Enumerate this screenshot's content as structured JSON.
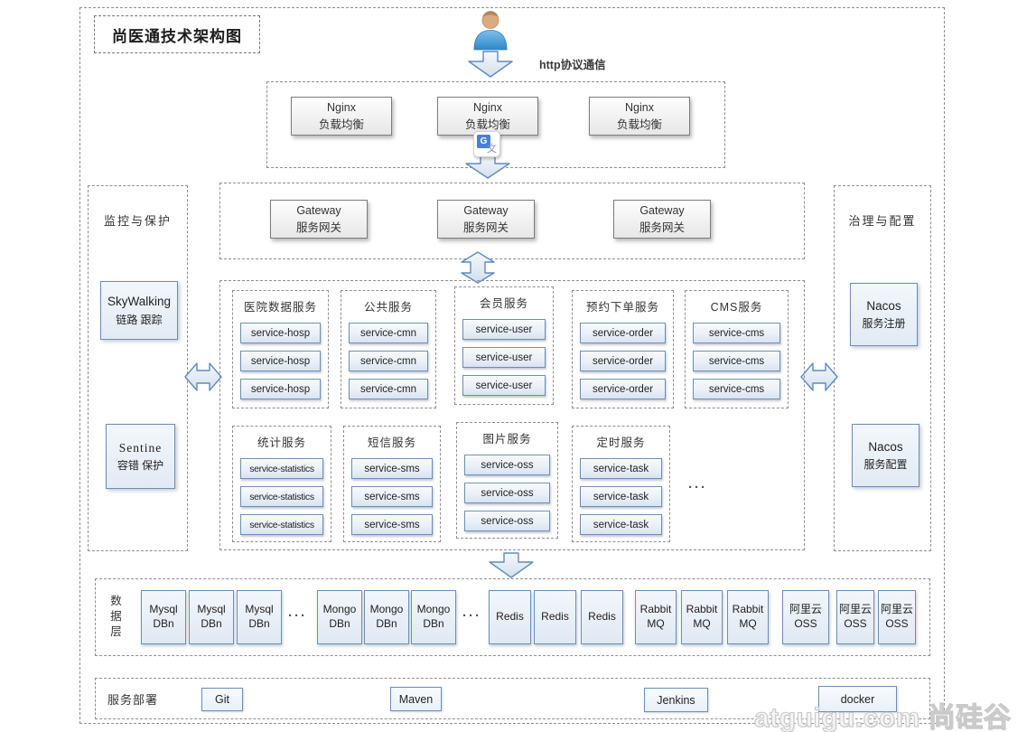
{
  "diagram_title": "尚医通技术架构图",
  "http_label": "http协议通信",
  "translate_badge": {
    "g": "G",
    "wen": "文"
  },
  "nginx_boxes": [
    {
      "name": "Nginx",
      "role": "负载均衡"
    },
    {
      "name": "Nginx",
      "role": "负载均衡"
    },
    {
      "name": "Nginx",
      "role": "负载均衡"
    }
  ],
  "gateway_boxes": [
    {
      "name": "Gateway",
      "role": "服务网关"
    },
    {
      "name": "Gateway",
      "role": "服务网关"
    },
    {
      "name": "Gateway",
      "role": "服务网关"
    }
  ],
  "left_panel": {
    "title": "监控与保护",
    "items": [
      {
        "name": "SkyWalking",
        "role": "链路 跟踪"
      },
      {
        "name": "Sentine",
        "role": "容错 保护"
      }
    ]
  },
  "right_panel": {
    "title": "治理与配置",
    "items": [
      {
        "name": "Nacos",
        "role": "服务注册"
      },
      {
        "name": "Nacos",
        "role": "服务配置"
      }
    ]
  },
  "service_groups_row1": [
    {
      "title": "医院数据服务",
      "instances": [
        "service-hosp",
        "service-hosp",
        "service-hosp"
      ]
    },
    {
      "title": "公共服务",
      "instances": [
        "service-cmn",
        "service-cmn",
        "service-cmn"
      ]
    },
    {
      "title": "会员服务",
      "instances": [
        "service-user",
        "service-user",
        "service-user"
      ]
    },
    {
      "title": "预约下单服务",
      "instances": [
        "service-order",
        "service-order",
        "service-order"
      ]
    },
    {
      "title": "CMS服务",
      "instances": [
        "service-cms",
        "service-cms",
        "service-cms"
      ]
    }
  ],
  "service_groups_row2": [
    {
      "title": "统计服务",
      "instances": [
        "service-statistics",
        "service-statistics",
        "service-statistics"
      ]
    },
    {
      "title": "短信服务",
      "instances": [
        "service-sms",
        "service-sms",
        "service-sms"
      ]
    },
    {
      "title": "图片服务",
      "instances": [
        "service-oss",
        "service-oss",
        "service-oss"
      ]
    },
    {
      "title": "定时服务",
      "instances": [
        "service-task",
        "service-task",
        "service-task"
      ]
    }
  ],
  "services_ellipsis": "···",
  "data_layer": {
    "label": "数据层",
    "mysql": [
      {
        "line1": "Mysql",
        "line2": "DBn"
      },
      {
        "line1": "Mysql",
        "line2": "DBn"
      },
      {
        "line1": "Mysql",
        "line2": "DBn"
      }
    ],
    "ellipsis1": "···",
    "mongo": [
      {
        "line1": "Mongo",
        "line2": "DBn"
      },
      {
        "line1": "Mongo",
        "line2": "DBn"
      },
      {
        "line1": "Mongo",
        "line2": "DBn"
      }
    ],
    "ellipsis2": "···",
    "redis": [
      {
        "line1": "Redis"
      },
      {
        "line1": "Redis"
      },
      {
        "line1": "Redis"
      }
    ],
    "rabbitmq": [
      {
        "line1": "Rabbit",
        "line2": "MQ"
      },
      {
        "line1": "Rabbit",
        "line2": "MQ"
      },
      {
        "line1": "Rabbit",
        "line2": "MQ"
      }
    ],
    "aliyun_oss": [
      {
        "line1": "阿里云",
        "line2": "OSS"
      },
      {
        "line1": "阿里云",
        "line2": "OSS"
      },
      {
        "line1": "阿里云",
        "line2": "OSS"
      }
    ]
  },
  "deploy": {
    "label": "服务部署",
    "tools": [
      "Git",
      "Maven",
      "Jenkins",
      "docker"
    ]
  },
  "watermark": "atguigu.com 尚硅谷"
}
